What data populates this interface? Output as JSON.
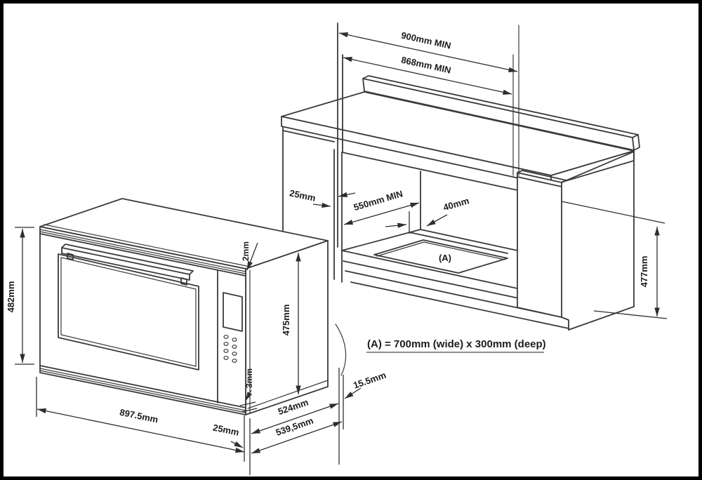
{
  "colors": {
    "line": "#3a3a3c",
    "dimension_line": "#2e2e30",
    "text": "#1c1c1e",
    "background": "#ffffff",
    "border": "#000000"
  },
  "cabinet_dimensions": {
    "outer_width": "900mm MIN",
    "inner_width": "868mm MIN",
    "side_panel_thickness": "25mm",
    "niche_depth": "550mm MIN",
    "rear_vent_gap": "40mm",
    "niche_height": "477mm",
    "cutout_label": "(A)"
  },
  "oven_dimensions": {
    "overall_height": "482mm",
    "top_lip": "2mm",
    "body_height": "475mm",
    "bottom_lip": "3mm",
    "overall_width": "897.5mm",
    "rear_clearance": "25mm",
    "body_depth": "524mm",
    "overall_depth": "539,5mm",
    "door_protrusion": "15.5mm"
  },
  "note": {
    "cutout_note": "(A) = 700mm (wide) x 300mm (deep)"
  }
}
